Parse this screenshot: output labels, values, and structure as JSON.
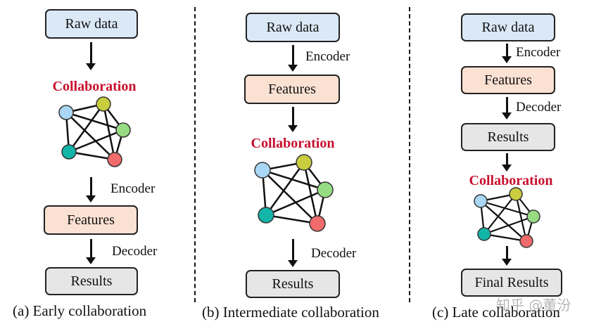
{
  "panel_a": {
    "raw": "Raw data",
    "collaboration": "Collaboration",
    "encoder": "Encoder",
    "features": "Features",
    "decoder": "Decoder",
    "results": "Results",
    "caption": "(a) Early collaboration"
  },
  "panel_b": {
    "raw": "Raw data",
    "encoder": "Encoder",
    "features": "Features",
    "collaboration": "Collaboration",
    "decoder": "Decoder",
    "results": "Results",
    "caption": "(b) Intermediate collaboration"
  },
  "panel_c": {
    "raw": "Raw data",
    "encoder": "Encoder",
    "features": "Features",
    "decoder": "Decoder",
    "results": "Results",
    "collaboration": "Collaboration",
    "final_results": "Final Results",
    "caption": "(c) Late collaboration"
  },
  "watermark": "知乎 @董汾",
  "colors": {
    "raw_fill": "#dbe9f7",
    "features_fill": "#fbe1d2",
    "results_fill": "#e6e6e6",
    "collaboration_text": "#c8102e",
    "node_blue": "#a9d7f5",
    "node_olive": "#c9cd3e",
    "node_green": "#97dc82",
    "node_teal": "#13b5a8",
    "node_red": "#f06b6b"
  }
}
